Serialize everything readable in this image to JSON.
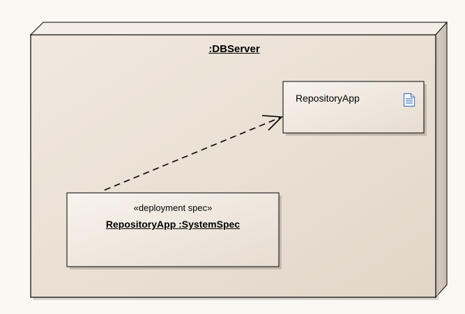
{
  "diagram": {
    "node": {
      "title": ":DBServer",
      "fill_color": "#eae0d4",
      "border_color": "#000000"
    },
    "artifact": {
      "name": "RepositoryApp",
      "icon": "document-icon",
      "icon_color": "#4a78c0"
    },
    "deployment_spec": {
      "stereotype": "«deployment spec»",
      "name": "RepositoryApp :SystemSpec"
    },
    "dependency": {
      "from": "deployment_spec",
      "to": "artifact",
      "line_style": "dashed",
      "arrowhead": "open"
    }
  }
}
